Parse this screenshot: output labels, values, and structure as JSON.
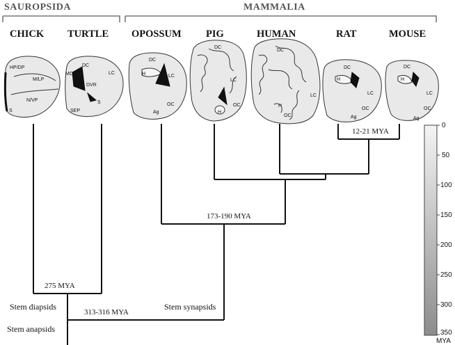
{
  "groups": {
    "sauropsida": "SAUROPSIDA",
    "mammalia": "MAMMALIA"
  },
  "species": [
    {
      "id": "chick",
      "label": "CHICK"
    },
    {
      "id": "turtle",
      "label": "TURTLE"
    },
    {
      "id": "opossum",
      "label": "OPOSSUM"
    },
    {
      "id": "pig",
      "label": "PIG"
    },
    {
      "id": "human",
      "label": "HUMAN"
    },
    {
      "id": "rat",
      "label": "RAT"
    },
    {
      "id": "mouse",
      "label": "MOUSE"
    }
  ],
  "brain_labels": {
    "chick": [
      "HP/DP",
      "M/LP",
      "N/VP",
      "S"
    ],
    "turtle": [
      "DC",
      "MC",
      "DVR",
      "LC",
      "S",
      "SEP"
    ],
    "opossum": [
      "DC",
      "H",
      "LC",
      "OC",
      "Ag"
    ],
    "pig": [
      "DC",
      "LC",
      "OC",
      "H"
    ],
    "human": [
      "DC",
      "LC",
      "H",
      "OC"
    ],
    "rat": [
      "DC",
      "H",
      "LC",
      "OC",
      "Ag"
    ],
    "mouse": [
      "DC",
      "H",
      "LC",
      "OC",
      "Ag"
    ]
  },
  "nodes": {
    "sauropsid_split": "275  MYA",
    "amniote_split": "313-316 MYA",
    "mammal_split": "173-190 MYA",
    "rodent_split": "12-21 MYA"
  },
  "stems": {
    "diapsids": "Stem diapsids",
    "synapsids": "Stem synapsids",
    "anapsids": "Stem anapsids"
  },
  "scale": {
    "ticks": [
      "0",
      "50",
      "100",
      "150",
      "200",
      "250",
      "300",
      "350"
    ],
    "unit": "MYA"
  }
}
